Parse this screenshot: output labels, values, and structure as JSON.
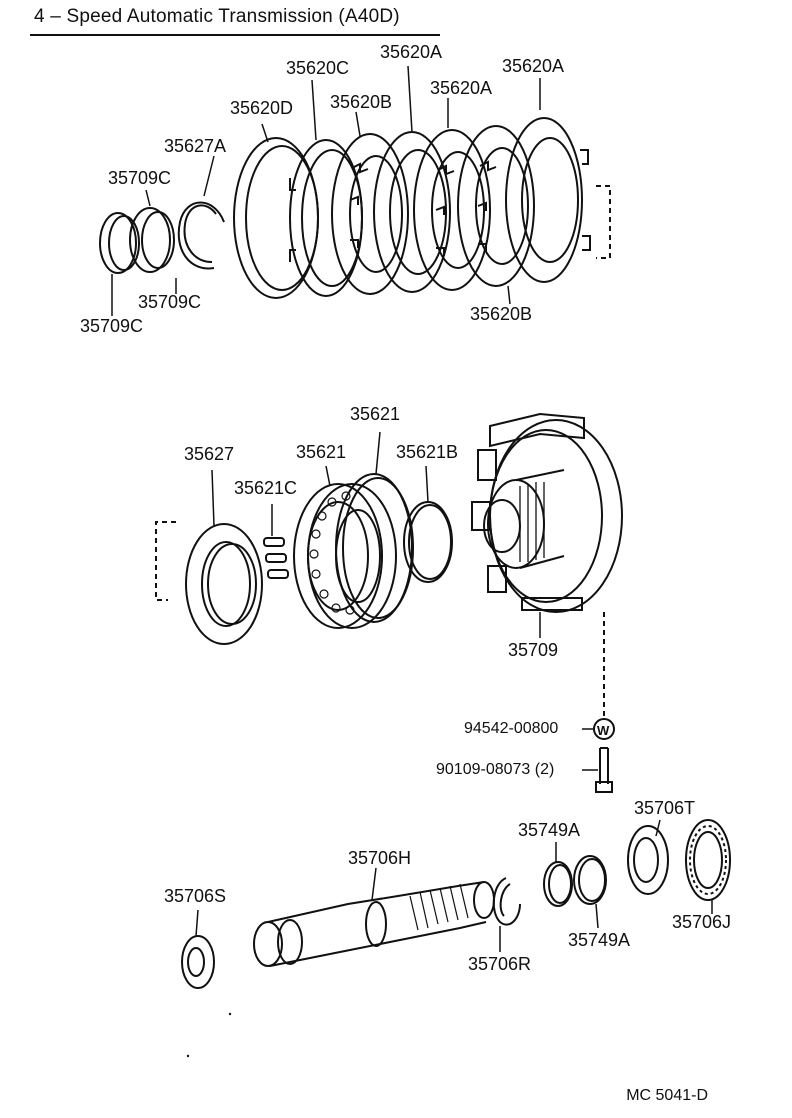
{
  "title": "4 – Speed Automatic Transmission (A40D)",
  "diagram_code": "MC 5041-D",
  "washer_symbol": "W",
  "parts": {
    "p35620C": "35620C",
    "p35620A_top": "35620A",
    "p35620A_right": "35620A",
    "p35620A_mid": "35620A",
    "p35620D": "35620D",
    "p35620B_top": "35620B",
    "p35627A": "35627A",
    "p35709C_top": "35709C",
    "p35709C_mid": "35709C",
    "p35709C_bot": "35709C",
    "p35620B_bot": "35620B",
    "p35621_top": "35621",
    "p35627": "35627",
    "p35621_mid": "35621",
    "p35621B": "35621B",
    "p35621C": "35621C",
    "p35709": "35709",
    "p94542": "94542-00800",
    "p90109": "90109-08073 (2)",
    "p35706T": "35706T",
    "p35749A_top": "35749A",
    "p35706H": "35706H",
    "p35706S": "35706S",
    "p35706J": "35706J",
    "p35749A_bot": "35749A",
    "p35706R": "35706R"
  }
}
